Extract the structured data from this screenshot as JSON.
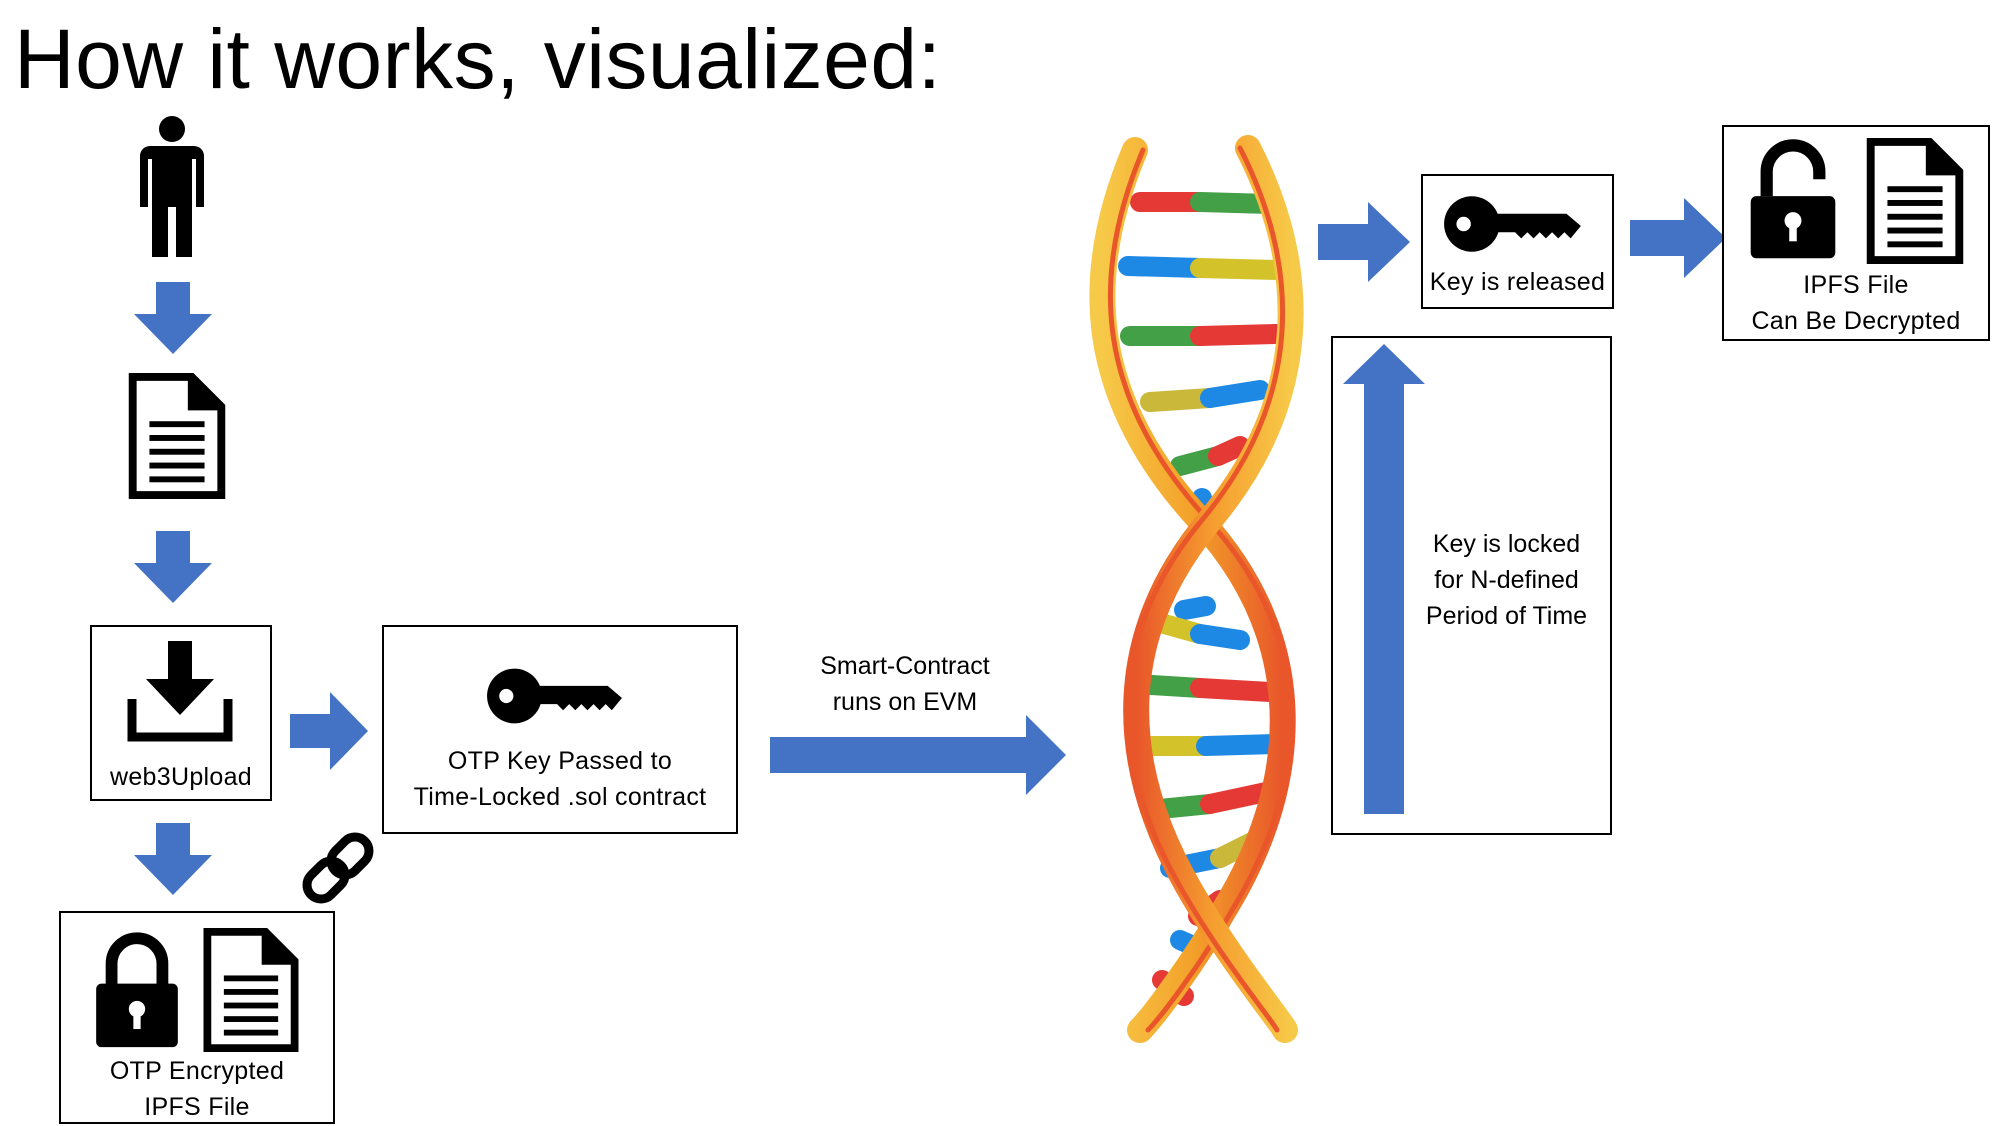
{
  "title": "How it works, visualized:",
  "colors": {
    "arrow": "#4472C4",
    "border": "#000000",
    "helix_strand_outer": "#E8562A",
    "helix_strand_inner": "#F3B02A"
  },
  "icons": [
    "person-icon",
    "document-icon",
    "download-icon",
    "key-icon",
    "padlock-closed-icon",
    "padlock-open-icon",
    "chain-link-icon",
    "dna-helix-icon",
    "arrow-down-icon",
    "arrow-right-icon",
    "arrow-up-icon"
  ],
  "nodes": {
    "upload": {
      "label": "web3Upload"
    },
    "otp_key": {
      "line1": "OTP Key Passed to",
      "line2": "Time-Locked  .sol contract"
    },
    "encrypted_file": {
      "line1": "OTP Encrypted",
      "line2": "IPFS File"
    },
    "smart_contract": {
      "line1": "Smart-Contract",
      "line2": "runs on EVM"
    },
    "key_locked": {
      "line1": "Key is locked",
      "line2": "for N-defined",
      "line3": "Period of Time"
    },
    "key_released": {
      "label": "Key is released"
    },
    "decrypted_file": {
      "line1": "IPFS File",
      "line2": "Can Be Decrypted"
    }
  }
}
